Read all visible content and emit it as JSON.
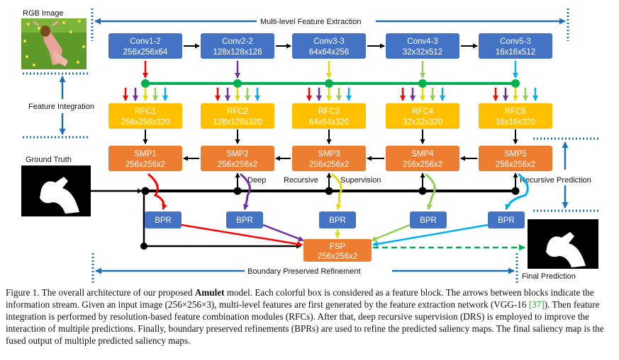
{
  "labels": {
    "rgb_image": "RGB Image",
    "multi_level": "Multi-level Feature Extraction",
    "feature_integration": "Feature Integration",
    "ground_truth": "Ground Truth",
    "deep": "Deep",
    "recursive": "Recursive",
    "supervision": "Supervision",
    "recursive_prediction": "Recursive Prediction",
    "boundary": "Boundary Preserved Refinement",
    "final_prediction": "Final Prediction"
  },
  "conv": [
    {
      "name": "Conv1-2",
      "size": "256x256x64"
    },
    {
      "name": "Conv2-2",
      "size": "128x128x128"
    },
    {
      "name": "Conv3-3",
      "size": "64x64x256"
    },
    {
      "name": "Conv4-3",
      "size": "32x32x512"
    },
    {
      "name": "Conv5-3",
      "size": "16x16x512"
    }
  ],
  "rfc": [
    {
      "name": "RFC1",
      "size": "256x256x320"
    },
    {
      "name": "RFC2",
      "size": "128x128x320"
    },
    {
      "name": "RFC3",
      "size": "64x64x320"
    },
    {
      "name": "RFC4",
      "size": "32x32x320"
    },
    {
      "name": "RFC5",
      "size": "16x16x320"
    }
  ],
  "smp": [
    {
      "name": "SMP1",
      "size": "256x256x2"
    },
    {
      "name": "SMP2",
      "size": "256x256x2"
    },
    {
      "name": "SMP3",
      "size": "256x256x2"
    },
    {
      "name": "SMP4",
      "size": "256x256x2"
    },
    {
      "name": "SMP5",
      "size": "256x256x2"
    }
  ],
  "bpr": [
    "BPR",
    "BPR",
    "BPR",
    "BPR",
    "BPR"
  ],
  "fsp": {
    "name": "FSP",
    "size": "256x256x2"
  },
  "colors": {
    "conv_box": "#4472c4",
    "rfc_box": "#ffc000",
    "smp_box": "#ed7d31",
    "bpr_box": "#4472c4",
    "fsp_box": "#ed7d31",
    "green_line": "#00b050",
    "level_colors": [
      "#ff0000",
      "#7030a0",
      "#ffff00",
      "#92d050",
      "#00b0f0"
    ],
    "guide_blue": "#1f6fb5"
  },
  "caption": {
    "fig": "Figure 1.",
    "text1": " The overall architecture of our proposed ",
    "model": "Amulet",
    "text2": " model. Each colorful box is considered as a feature block. The arrows between blocks indicate the information stream. Given an input image (256×256×3), multi-level features are first generated by the feature extraction network (VGG-16 ",
    "cite": "[37]",
    "text3": "). Then feature integration is performed by resolution-based feature combination modules (RFCs). After that, deep recursive supervision (DRS) is employed to improve the interaction of multiple predictions. Finally, boundary preserved refinements (BPRs) are used to refine the predicted saliency maps. The final saliency map is the fused output of multiple predicted saliency maps."
  }
}
